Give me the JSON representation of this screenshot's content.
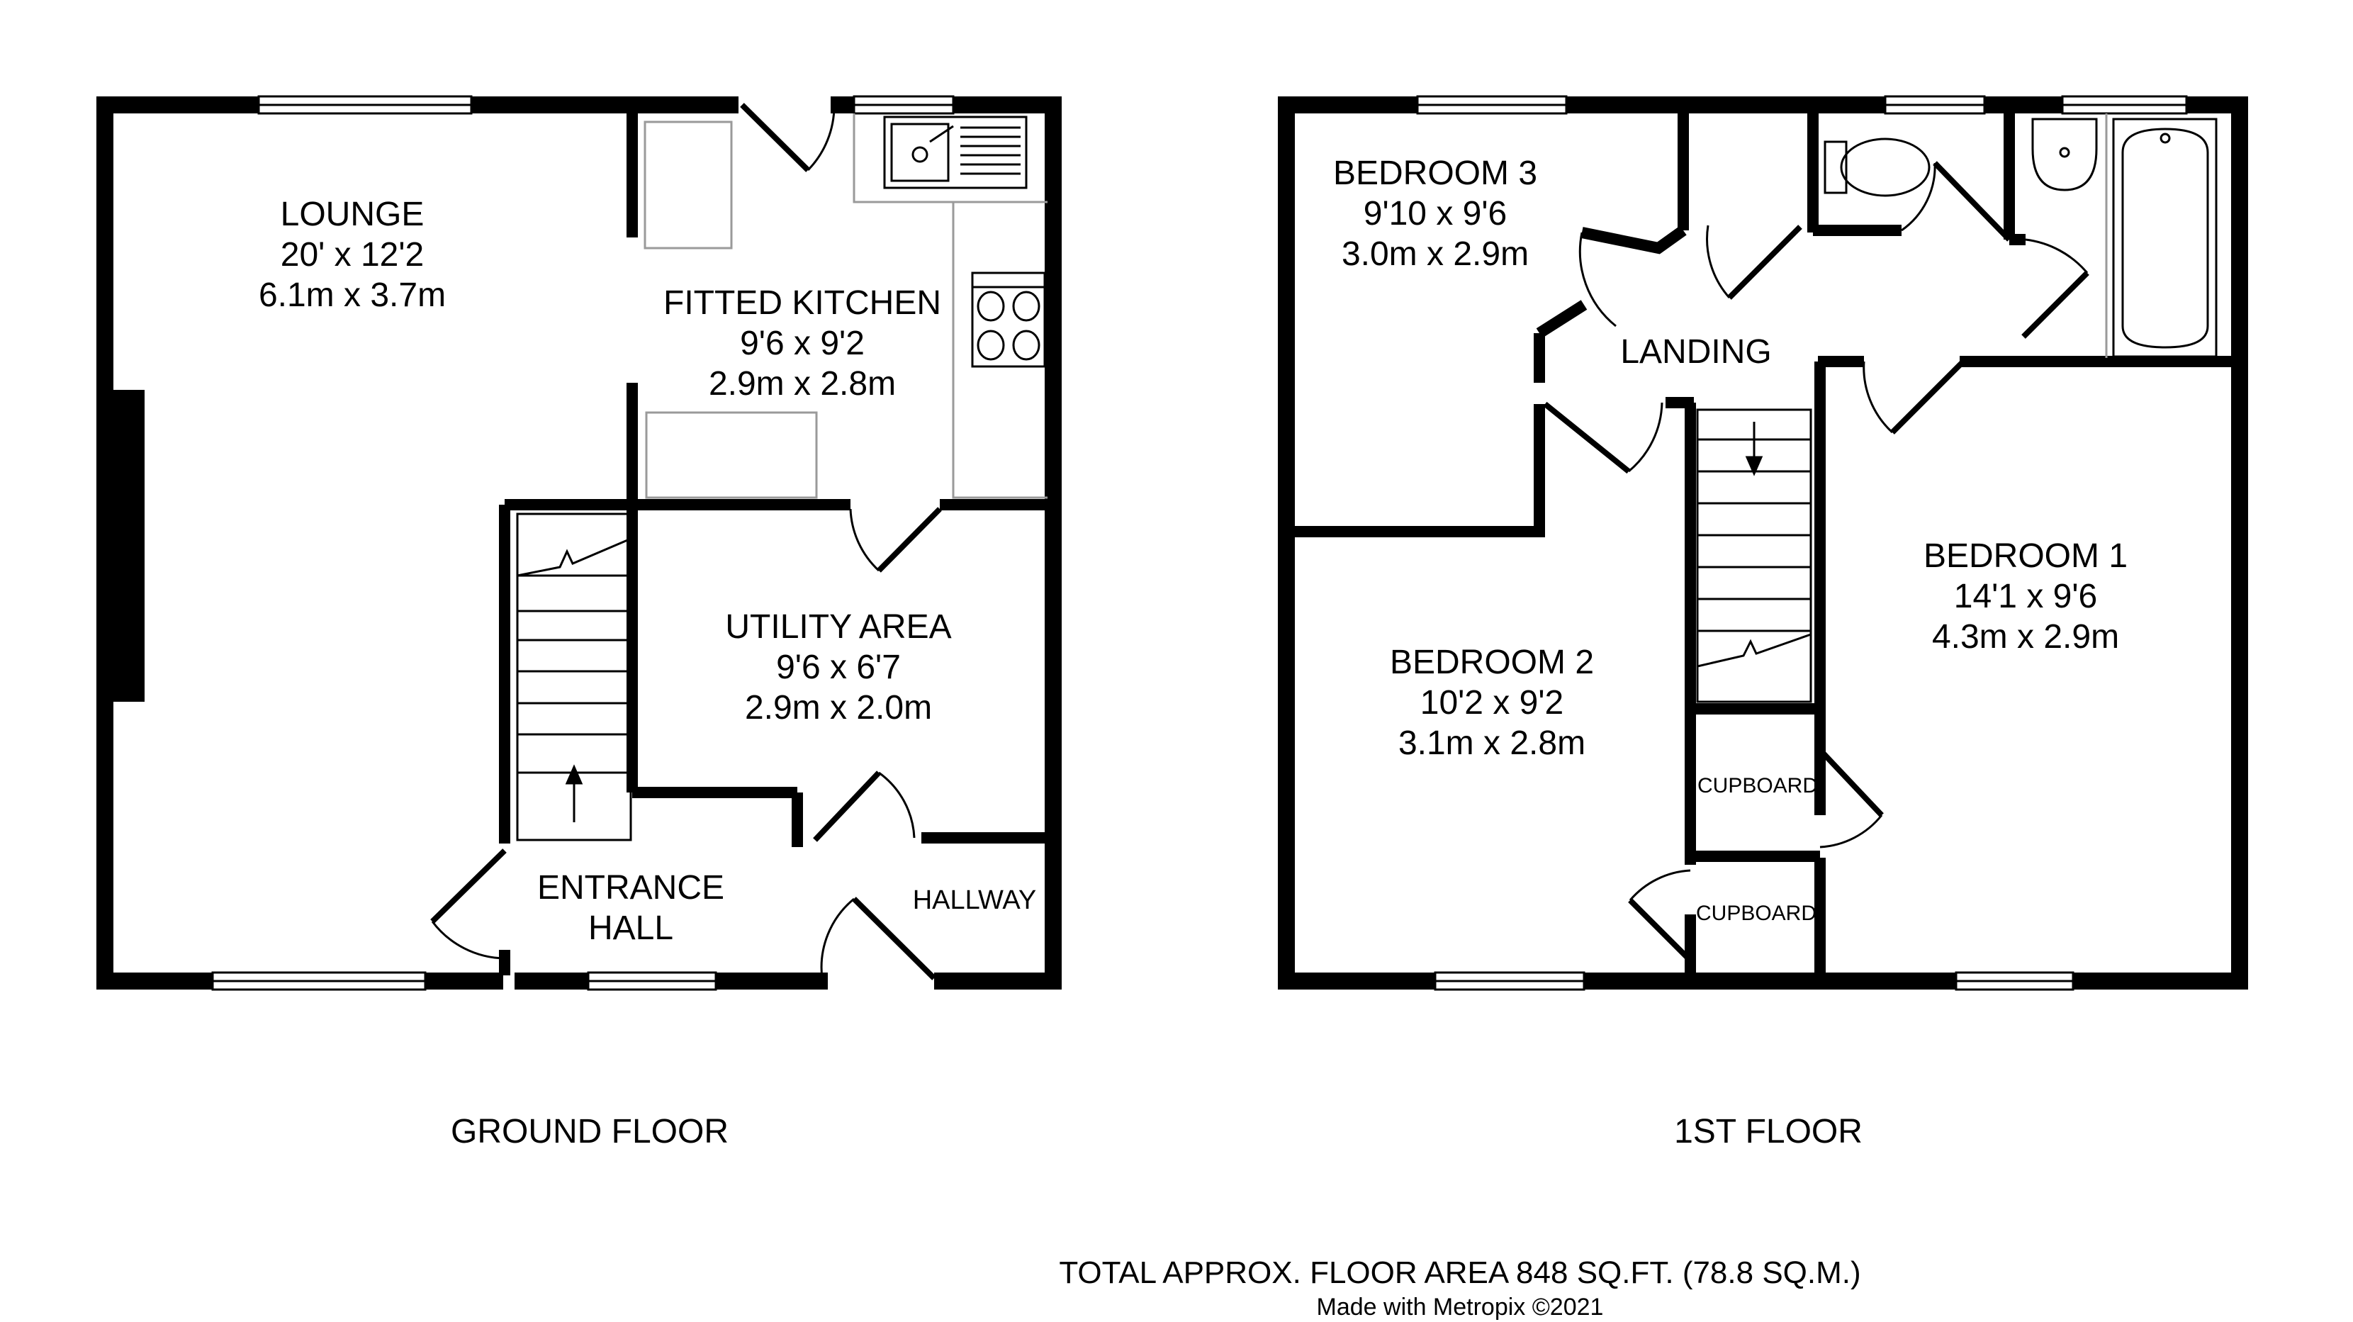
{
  "ground_floor": {
    "label": "GROUND FLOOR",
    "rooms": {
      "lounge": [
        "LOUNGE",
        "20' x 12'2",
        "6.1m x 3.7m"
      ],
      "kitchen": [
        "FITTED KITCHEN",
        "9'6 x 9'2",
        "2.9m x 2.8m"
      ],
      "utility": [
        "UTILITY AREA",
        "9'6 x 6'7",
        "2.9m x 2.0m"
      ],
      "entrance": [
        "ENTRANCE",
        "HALL"
      ],
      "hallway": "HALLWAY"
    }
  },
  "first_floor": {
    "label": "1ST FLOOR",
    "rooms": {
      "bedroom3": [
        "BEDROOM 3",
        "9'10 x 9'6",
        "3.0m x 2.9m"
      ],
      "landing": "LANDING",
      "bedroom2": [
        "BEDROOM 2",
        "10'2 x 9'2",
        "3.1m x 2.8m"
      ],
      "bedroom1": [
        "BEDROOM 1",
        "14'1 x 9'6",
        "4.3m x 2.9m"
      ],
      "cupboard_upper": "CUPBOARD",
      "cupboard_lower": "CUPBOARD"
    }
  },
  "footer": {
    "total_area": "TOTAL APPROX. FLOOR AREA 848 SQ.FT. (78.8 SQ.M.)",
    "credit": "Made with Metropix ©2021"
  },
  "colors": {
    "wall": "#000000",
    "fixture": "#9a9a9a",
    "background": "#ffffff"
  }
}
